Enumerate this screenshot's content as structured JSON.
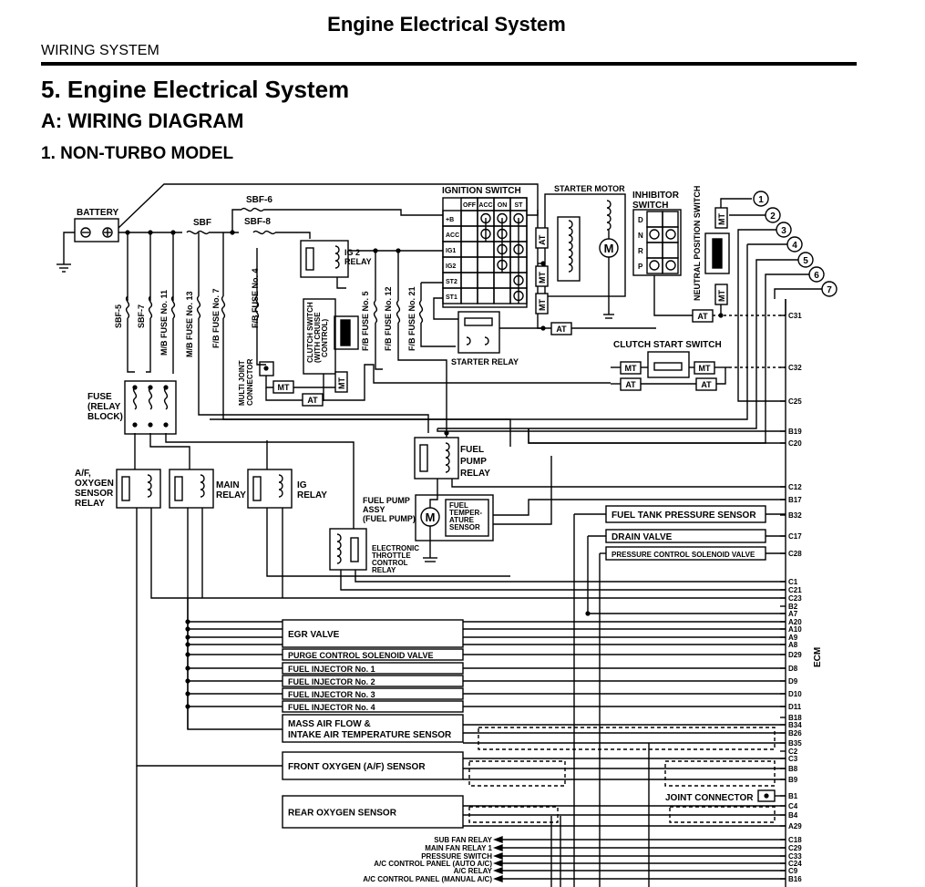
{
  "header": {
    "doc_title": "Engine Electrical System",
    "section": "WIRING SYSTEM",
    "h1": "5.  Engine Electrical System",
    "h2": "A:  WIRING DIAGRAM",
    "h3": "1.  NON-TURBO MODEL"
  },
  "diagram": {
    "battery": "BATTERY",
    "sbf": "SBF",
    "sbf6": "SBF-6",
    "sbf8": "SBF-8",
    "sbf5": "SBF-5",
    "sbf7": "SBF-7",
    "fuses": [
      "M/B FUSE No. 11",
      "M/B FUSE No. 13",
      "F/B FUSE No. 7",
      "F/B FUSE No. 4",
      "F/B FUSE No. 5",
      "F/B FUSE No. 12",
      "F/B FUSE No. 21"
    ],
    "fuse_block": [
      "FUSE",
      "(RELAY",
      "BLOCK)"
    ],
    "ig2_relay": [
      "IG 2",
      "RELAY"
    ],
    "ignition_switch": "IGNITION SWITCH",
    "ign_cols": [
      "OFF",
      "ACC",
      "ON",
      "ST"
    ],
    "ign_rows": [
      "+B",
      "ACC",
      "IG1",
      "IG2",
      "ST2",
      "ST1"
    ],
    "starter_motor": "STARTER MOTOR",
    "inhibitor_switch": [
      "INHIBITOR",
      "SWITCH"
    ],
    "inhibitor_rows": [
      "D",
      "N",
      "R",
      "P"
    ],
    "neutral_switch": "NEUTRAL POSITION SWITCH",
    "clutch_switch": [
      "CLUTCH SWITCH",
      "(WITH CRUISE",
      "CONTROL)"
    ],
    "multi_joint": [
      "MULTI JOINT",
      "CONNECTOR"
    ],
    "starter_relay": "STARTER RELAY",
    "clutch_start_switch": "CLUTCH START SWITCH",
    "mt": "MT",
    "at": "AT",
    "fuel_pump_relay": [
      "FUEL",
      "PUMP",
      "RELAY"
    ],
    "fuel_pump_assy": [
      "FUEL PUMP",
      "ASSY",
      "(FUEL PUMP)"
    ],
    "fuel_temp_sensor": [
      "FUEL",
      "TEMPER-",
      "ATURE",
      "SENSOR"
    ],
    "af_relay": [
      "A/F,",
      "OXYGEN",
      "SENSOR",
      "RELAY"
    ],
    "main_relay": [
      "MAIN",
      "RELAY"
    ],
    "ig_relay": [
      "IG",
      "RELAY"
    ],
    "etc_relay": [
      "ELECTRONIC",
      "THROTTLE",
      "CONTROL",
      "RELAY"
    ],
    "fuel_tank_pressure": "FUEL TANK PRESSURE SENSOR",
    "drain_valve": "DRAIN VALVE",
    "pcsv": "PRESSURE CONTROL SOLENOID VALVE",
    "egr_valve": "EGR VALVE",
    "purge_valve": "PURGE CONTROL SOLENOID VALVE",
    "injectors": [
      "FUEL INJECTOR No. 1",
      "FUEL INJECTOR No. 2",
      "FUEL INJECTOR No. 3",
      "FUEL INJECTOR No. 4"
    ],
    "maf": [
      "MASS AIR FLOW &",
      "INTAKE AIR TEMPERATURE SENSOR"
    ],
    "front_o2": "FRONT OXYGEN (A/F) SENSOR",
    "rear_o2": "REAR OXYGEN SENSOR",
    "joint_connector": "JOINT CONNECTOR",
    "outputs": [
      "SUB FAN RELAY",
      "MAIN FAN RELAY 1",
      "PRESSURE SWITCH",
      "A/C CONTROL PANEL (AUTO A/C)",
      "A/C RELAY",
      "A/C CONTROL PANEL (MANUAL A/C)"
    ],
    "ecm": "ECM",
    "ecm_pins": [
      "C31",
      "C32",
      "C25",
      "B19",
      "C20",
      "C12",
      "B17",
      "B32",
      "C17",
      "C28",
      "C1",
      "C21",
      "C23",
      "B2",
      "A7",
      "A20",
      "A10",
      "A9",
      "A8",
      "D29",
      "D8",
      "D9",
      "D10",
      "D11",
      "B18",
      "B34",
      "B26",
      "B35",
      "C2",
      "C3",
      "B8",
      "B9",
      "B1",
      "C4",
      "B4",
      "A29",
      "C18",
      "C29",
      "C33",
      "C24",
      "C9",
      "B16"
    ],
    "circle_refs": [
      "1",
      "2",
      "3",
      "4",
      "5",
      "6",
      "7"
    ]
  }
}
